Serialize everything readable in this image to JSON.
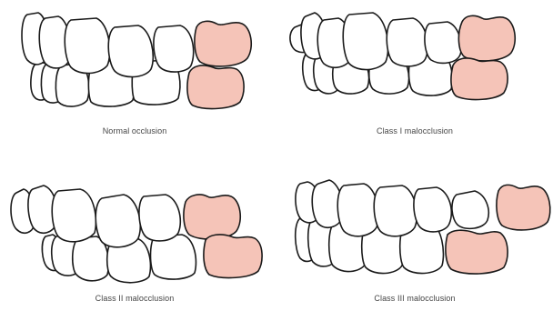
{
  "figure": {
    "panels": [
      {
        "id": "normal",
        "caption": "Normal occlusion"
      },
      {
        "id": "class1",
        "caption": "Class I malocclusion"
      },
      {
        "id": "class2",
        "caption": "Class II malocclusion"
      },
      {
        "id": "class3",
        "caption": "Class III malocclusion"
      }
    ],
    "colors": {
      "molar_fill": "#f5c4b8",
      "outline": "#1a1a1a",
      "tooth_fill": "#ffffff",
      "caption_text": "#444444"
    }
  }
}
